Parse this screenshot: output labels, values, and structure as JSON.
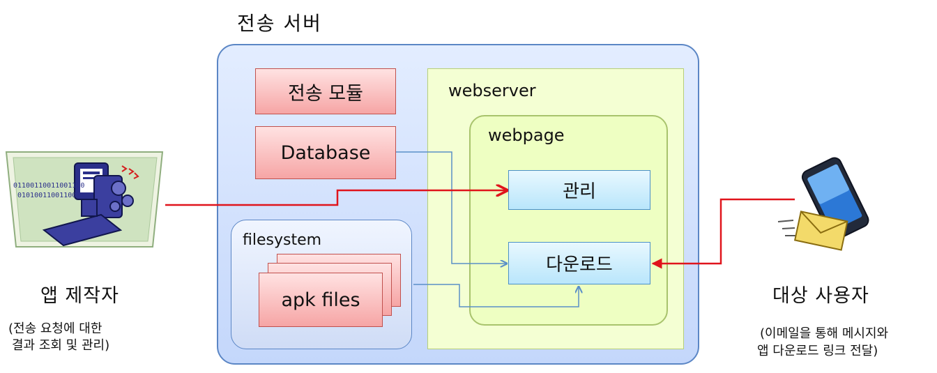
{
  "server": {
    "title": "전송 서버",
    "module": "전송 모듈",
    "database": "Database",
    "webserver": "webserver",
    "webpage": "webpage",
    "manage": "관리",
    "download": "다운로드",
    "filesystem": "filesystem",
    "apk_files": "apk files"
  },
  "left_actor": {
    "label": "앱 제작자",
    "note_line1": "(전송 요청에 대한",
    "note_line2": "결과 조회 및 관리)",
    "icon": "computer-binary-icon",
    "binary_line1": "01100110011001100",
    "binary_line2": "0101001100110011"
  },
  "right_actor": {
    "label": "대상 사용자",
    "note_line1": "(이메일을 통해 메시지와",
    "note_line2": "앱 다운로드 링크 전달)",
    "icon": "phone-mail-icon"
  },
  "colors": {
    "arrow_red": "#e0141c",
    "arrow_blue": "#5a8fc8"
  }
}
